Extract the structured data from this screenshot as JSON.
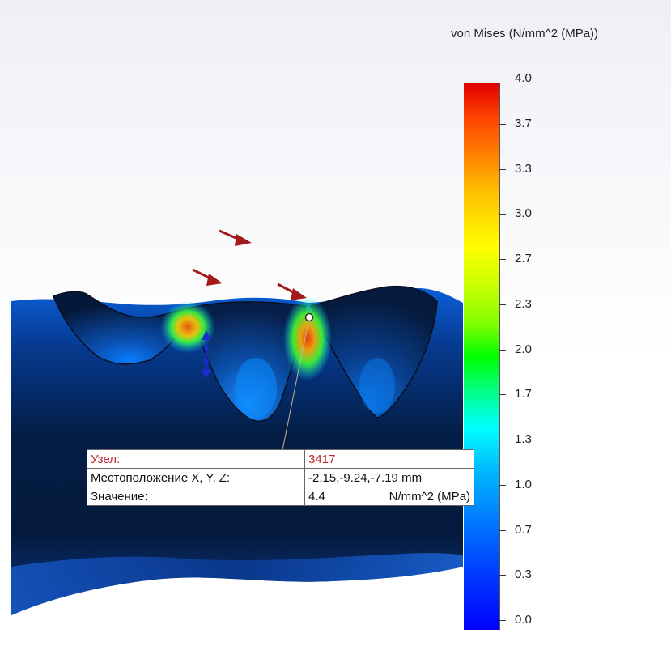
{
  "legend": {
    "title": "von Mises (N/mm^2 (MPa))",
    "ticks": [
      "4.0",
      "3.7",
      "3.3",
      "3.0",
      "2.7",
      "2.3",
      "2.0",
      "1.7",
      "1.3",
      "1.0",
      "0.7",
      "0.3",
      "0.0"
    ],
    "colors": [
      "#e00000",
      "#ff8000",
      "#ffff00",
      "#00ff00",
      "#00ffff",
      "#0080ff",
      "#0000ff"
    ]
  },
  "probe": {
    "node_label": "Узел:",
    "node_value": "3417",
    "location_label": "Местоположение X, Y, Z:",
    "location_value": "-2.15,-9.24,-7.19 mm",
    "value_label": "Значение:",
    "value_number": "4.4",
    "value_unit": "N/mm^2 (MPa)"
  },
  "icons": [
    "load-arrow-icon",
    "fixture-arrow-icon",
    "probe-marker-icon"
  ]
}
